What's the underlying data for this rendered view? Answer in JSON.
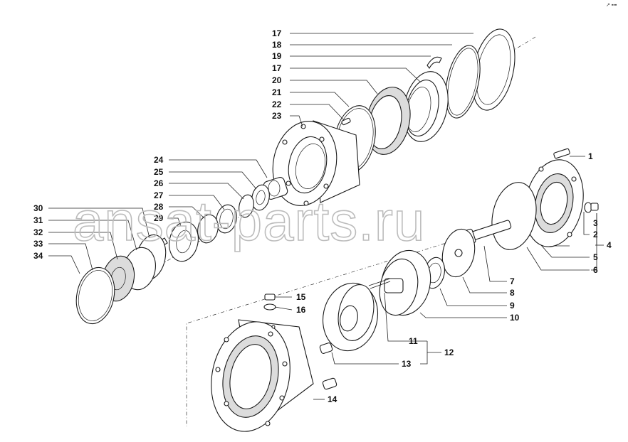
{
  "diagram": {
    "watermark": "ansat-parts.ru",
    "callouts": [
      "1",
      "2",
      "3",
      "4",
      "5",
      "6",
      "7",
      "8",
      "9",
      "10",
      "11",
      "12",
      "13",
      "14",
      "15",
      "16",
      "17",
      "18",
      "19",
      "20",
      "21",
      "22",
      "23",
      "24",
      "25",
      "26",
      "27",
      "28",
      "29",
      "30",
      "31",
      "32",
      "33",
      "34"
    ],
    "corner_mark": "↗ ▪▪▪"
  }
}
